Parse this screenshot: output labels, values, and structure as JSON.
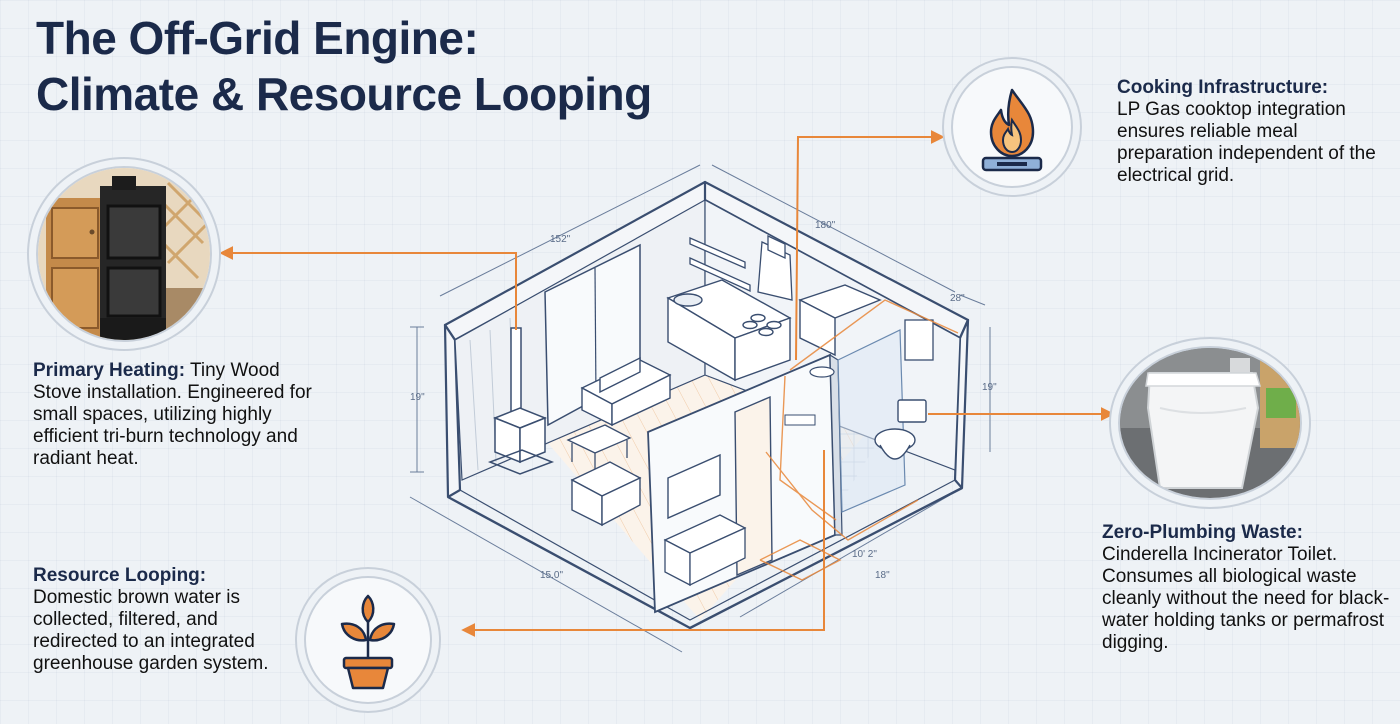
{
  "title": {
    "line1": "The Off-Grid Engine:",
    "line2": "Climate & Resource Looping"
  },
  "callouts": {
    "heating": {
      "heading": "Primary Heating:",
      "body": "Tiny Wood Stove installation. Engineered for small spaces, utilizing highly efficient tri-burn technology and radiant heat."
    },
    "looping": {
      "heading": "Resource Looping:",
      "body": "Domestic brown water is collected, filtered, and redirected to an integrated greenhouse garden system."
    },
    "cooking": {
      "heading": "Cooking Infrastructure:",
      "body": "LP Gas cooktop integration ensures reliable meal preparation independent of the electrical grid."
    },
    "waste": {
      "heading": "Zero-Plumbing Waste:",
      "body": "Cinderella Incinerator Toilet. Consumes all biological waste cleanly without the need for black-water holding tanks or permafrost digging."
    }
  },
  "dimensions": {
    "top_left": "152\"",
    "top_right": "180\"",
    "right_depth": "28\"",
    "left_height": "19\"",
    "right_height": "19\"",
    "bottom_left": "15.0\"",
    "bottom_right": "18\"",
    "inner": "10' 2\""
  },
  "icons": {
    "stove": "wood-stove-photo",
    "flame": "flame-burner-icon",
    "toilet": "incinerator-toilet-photo",
    "plant": "potted-plant-icon"
  },
  "colors": {
    "navy": "#1b2a4a",
    "accent": "#e8873a",
    "blueprint": "#3a4e70"
  }
}
